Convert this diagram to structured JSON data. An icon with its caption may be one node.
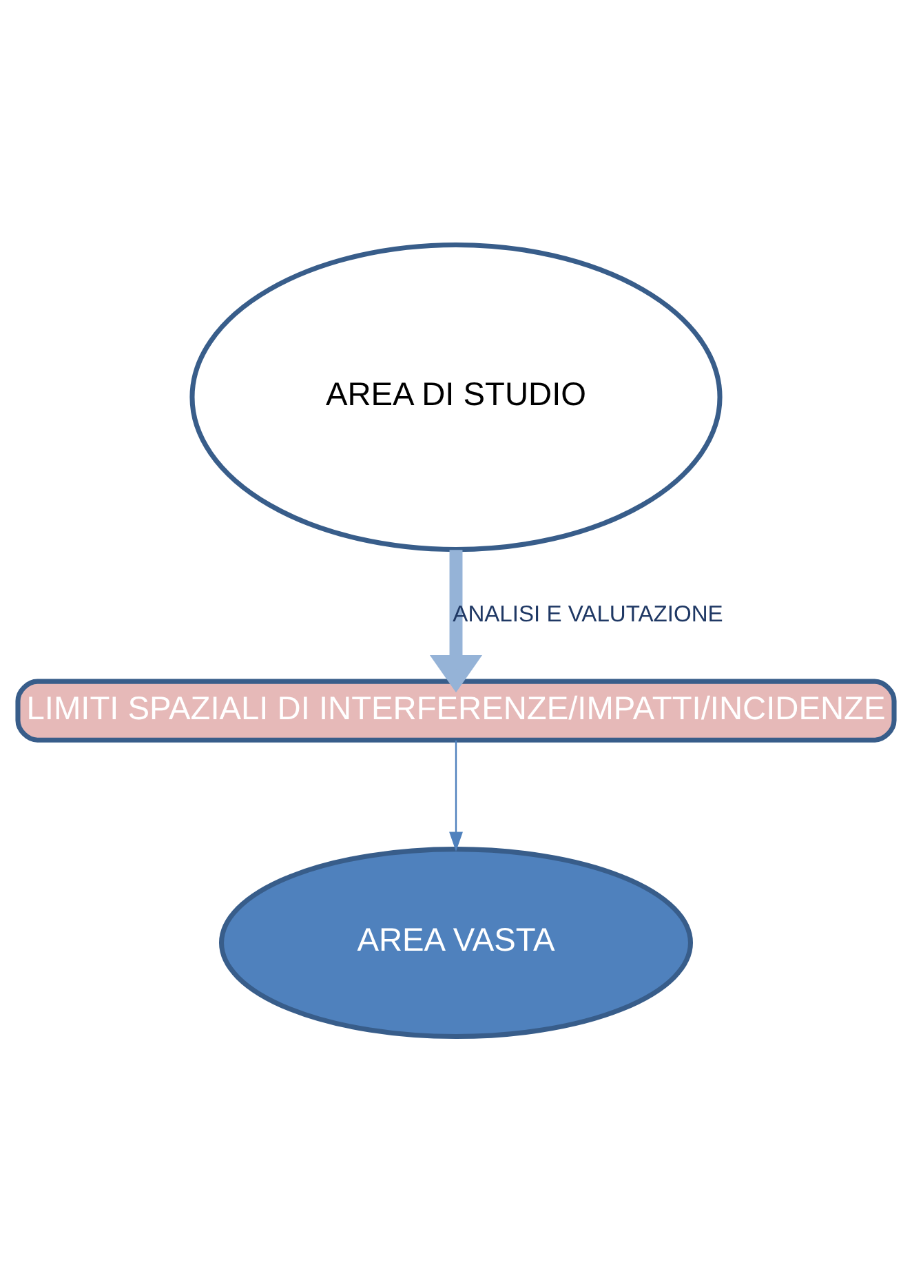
{
  "diagram": {
    "nodes": [
      {
        "text": [
          "AREA DI STUDIO"
        ]
      },
      {
        "text": [
          "LIMITI SPAZIALI DI INTERFERENZE/IMPATTI/INCIDENZE"
        ]
      },
      {
        "text": [
          "AREA VASTA"
        ]
      }
    ],
    "edges": [
      {
        "from": 0,
        "to": 1,
        "arrow": "to",
        "label": "ANALISI E VALUTAZIONE",
        "style": "thick",
        "color": "#95b3d7"
      },
      {
        "from": 1,
        "to": 2,
        "arrow": "to"
      }
    ]
  }
}
